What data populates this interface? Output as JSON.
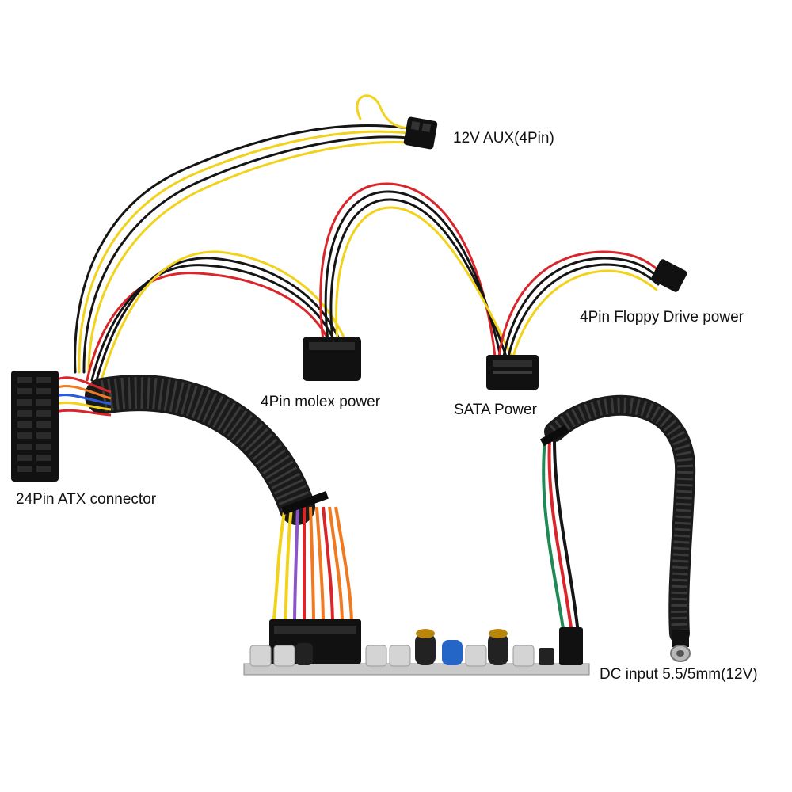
{
  "labels": {
    "aux12v": "12V AUX(4Pin)",
    "floppy": "4Pin Floppy Drive power",
    "molex": "4Pin molex power",
    "sata": "SATA Power",
    "atx24": "24Pin ATX connector",
    "dc_input": "DC input 5.5/5mm(12V)"
  },
  "colors": {
    "background": "#ffffff",
    "connector": "#111111",
    "sleeve": "#1a1a1a",
    "wire_yellow": "#f2d21b",
    "wire_black": "#151515",
    "wire_red": "#d8262a",
    "wire_orange": "#f07a21",
    "wire_purple": "#8a55c8",
    "wire_green": "#1f8a55",
    "wire_blue": "#2a5bd8",
    "pcb": "#c9c9c9"
  },
  "icons": [
    "atx-24pin-connector",
    "molex-connector",
    "sata-connector",
    "floppy-connector",
    "aux-4pin-connector",
    "dc-jack",
    "pcb-board"
  ]
}
